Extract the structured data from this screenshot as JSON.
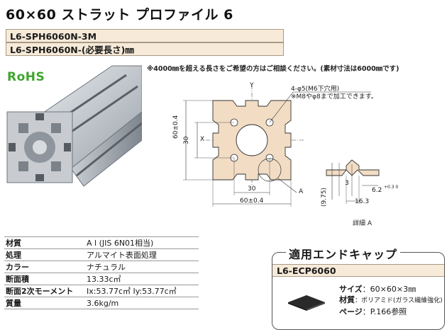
{
  "title": "60×60 ストラット プロファイル 6",
  "parts": [
    "L6-SPH6060N-3M",
    "L6-SPH6060N-(必要長さ)㎜"
  ],
  "note": "※4000㎜を超える長さをご希望の方はご相談ください。(素材寸法は6000㎜です)",
  "rohs": "RoHS",
  "drawing": {
    "y_label": "Y",
    "x_label": "X",
    "hole_note_1": "4-φ5(M6下穴用)",
    "hole_note_2": "※M8やφ8まで加工できます。",
    "dim_height": "60±0.4",
    "dim_inner_v": "30",
    "dim_inner_h": "30",
    "dim_width": "60±0.4",
    "detail_marker": "A",
    "detail_dims": {
      "slot_depth": "(9.75)",
      "lip": "3",
      "opening": "6.2",
      "opening_tol": "+0.3 0",
      "width": "16.3"
    },
    "detail_caption": "詳細 A"
  },
  "specs": [
    {
      "key": "材質",
      "value": "A l (JIS 6N01相当)"
    },
    {
      "key": "処理",
      "value": "アルマイト表面処理"
    },
    {
      "key": "カラー",
      "value": "ナチュラル"
    },
    {
      "key": "断面積",
      "value": "13.33c㎡"
    },
    {
      "key": "断面2次モーメント",
      "value": "Ix:53.77c㎥  Iy:53.77c㎥"
    },
    {
      "key": "質量",
      "value": "3.6kg/m"
    }
  ],
  "end_cap": {
    "heading": "適用エンドキャップ",
    "part": "L6-ECP6060",
    "size_label": "サイズ",
    "size_value": "：60×60×3㎜",
    "material_label": "材質",
    "material_value": "：ポリアミド(ガラス繊維強化)",
    "page_label": "ページ",
    "page_value": "：P.166参照"
  },
  "colors": {
    "accent_band": "#f7ead9",
    "profile_fill": "#f2dcc4",
    "rohs_green": "#3fa52f"
  }
}
